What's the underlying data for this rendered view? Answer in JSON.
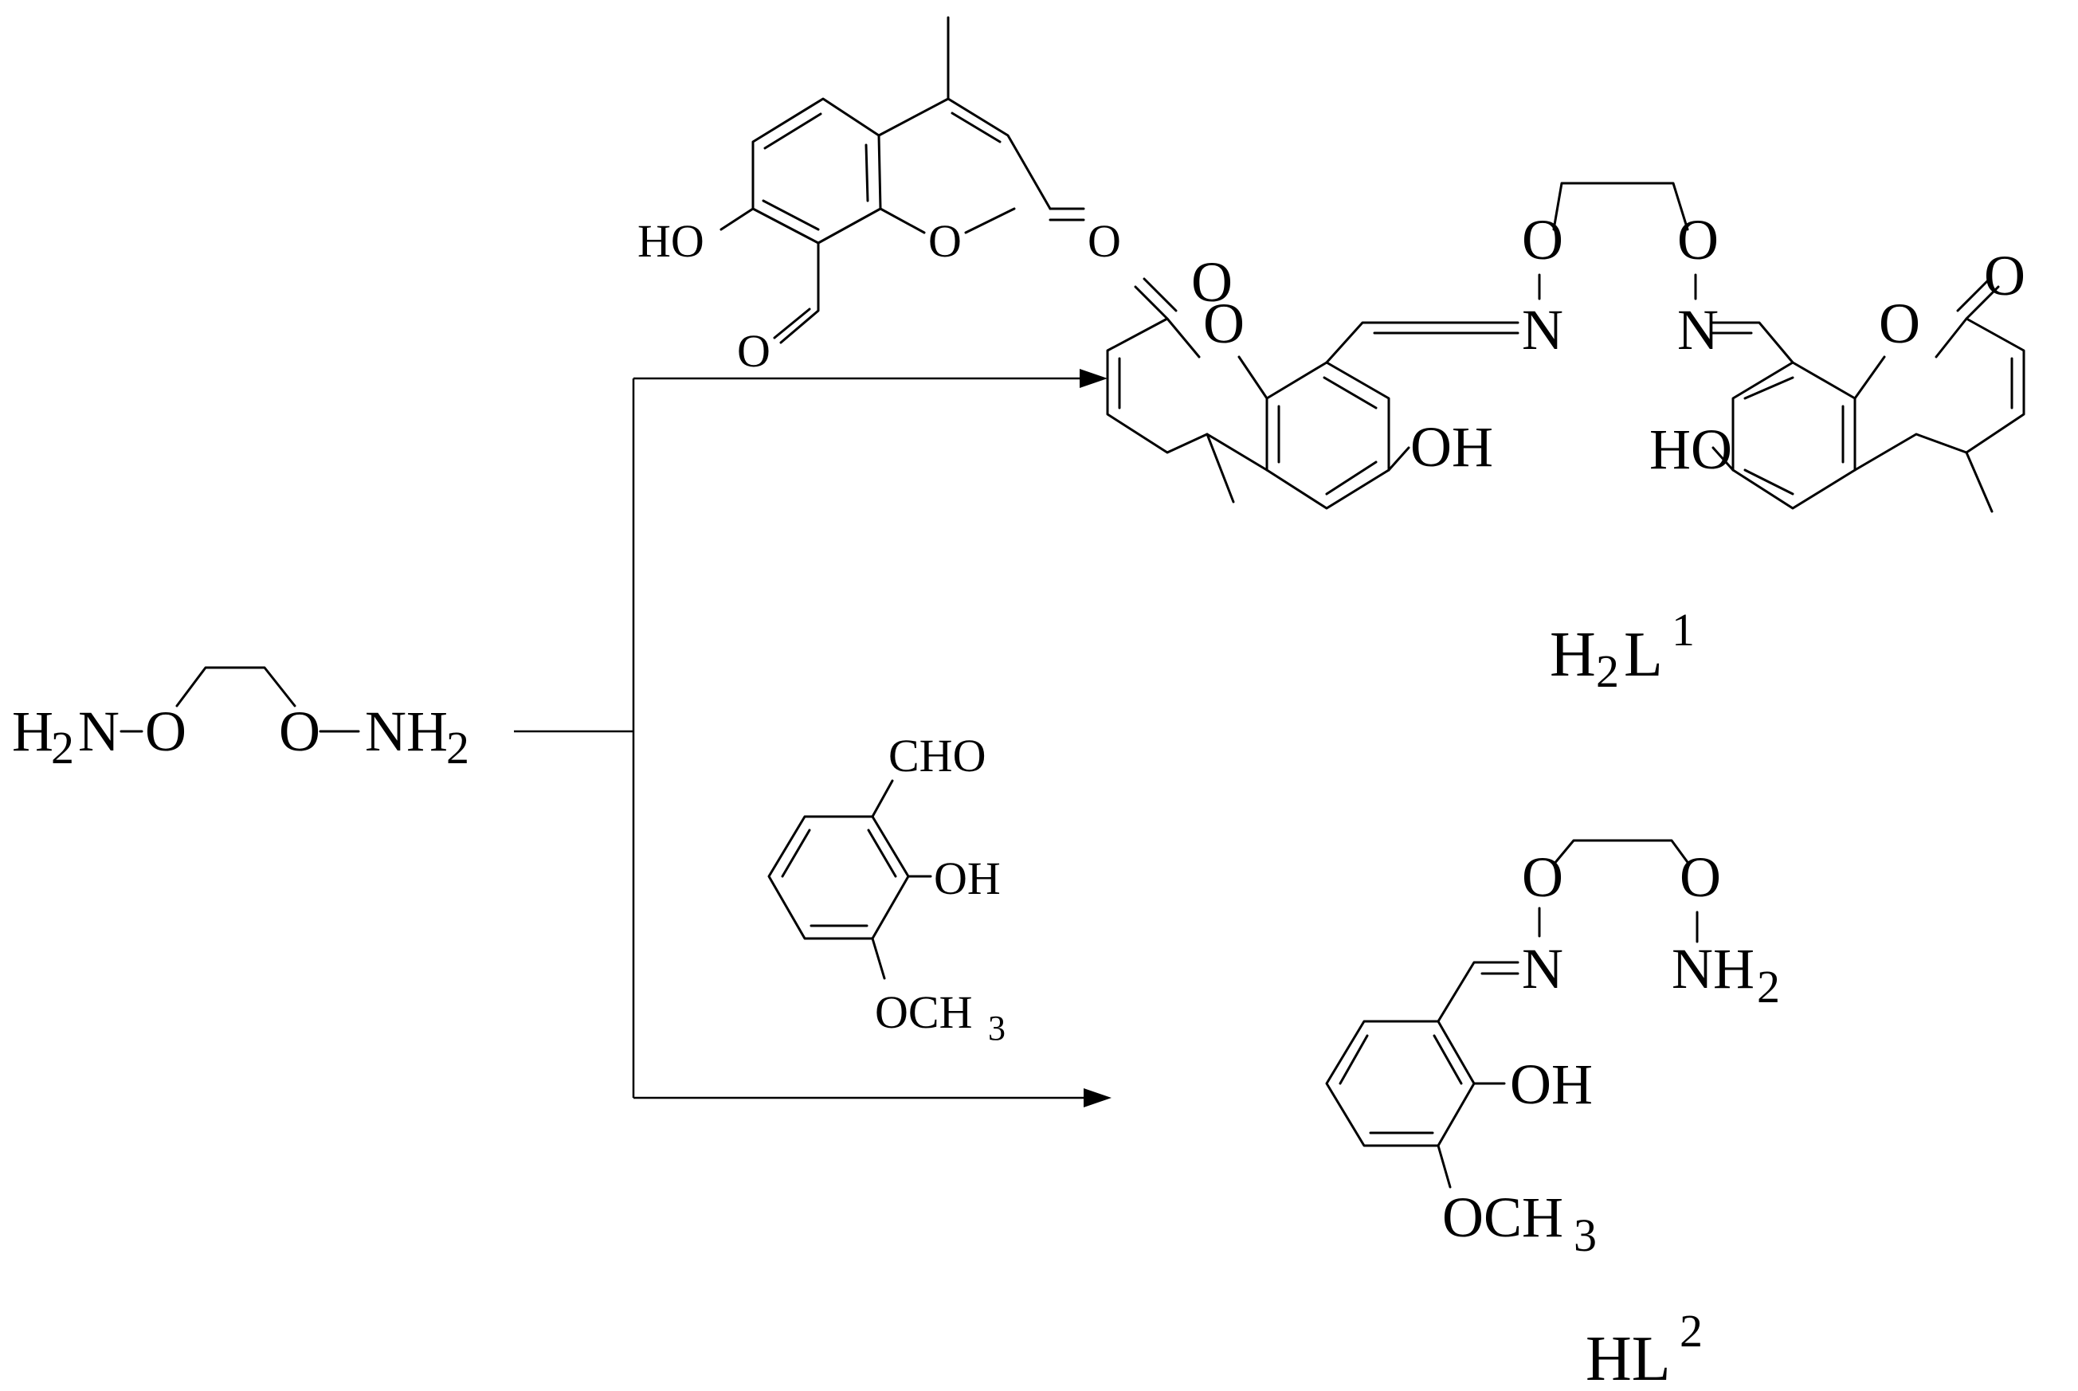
{
  "starting_material": {
    "name_parts": [
      "H",
      "2",
      "N",
      "O",
      "O",
      "NH",
      "2"
    ]
  },
  "reagent_1": {
    "hydroxy_label": "HO",
    "ring_oxygen": "O",
    "carbonyl_oxygen": "O",
    "aldehyde_oxygen": "O"
  },
  "reagent_2": {
    "aldehyde_label": "CHO",
    "hydroxy_label": "OH",
    "methoxy_parts": [
      "OCH",
      "3"
    ]
  },
  "product_1": {
    "carbonyl_oxygen": "O",
    "ring_oxygen": "O",
    "oxime_oxygen": "O",
    "oxime_nitrogen": "N",
    "hydroxy_left": "OH",
    "hydroxy_right": "HO",
    "label_parts": [
      "H",
      "2",
      "L",
      "1"
    ]
  },
  "product_2": {
    "oxime_oxygen": "O",
    "oxime_nitrogen": "N",
    "amine_oxygen": "O",
    "amine_parts": [
      "NH",
      "2"
    ],
    "hydroxy_label": "OH",
    "methoxy_parts": [
      "OCH",
      "3"
    ],
    "label_parts": [
      "HL",
      "2"
    ]
  }
}
